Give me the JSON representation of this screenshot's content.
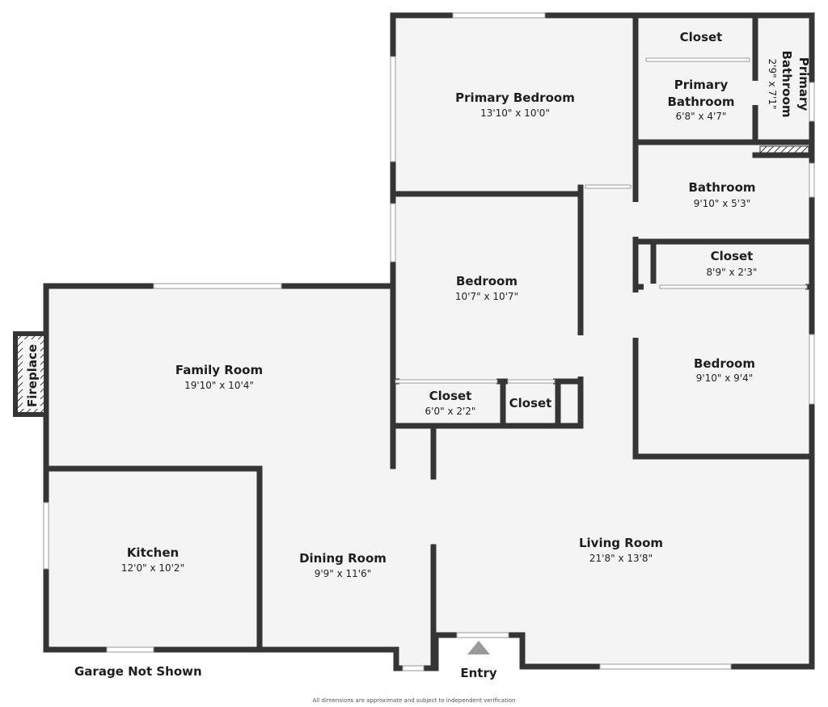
{
  "rooms": [
    {
      "name": "Primary Bedroom",
      "dims": "13'10\" x 10'0\""
    },
    {
      "name": "Closet",
      "dims": ""
    },
    {
      "name": "Primary Bathroom",
      "name_lines": [
        "Primary",
        "Bathroom"
      ],
      "dims": "6'8\" x 4'7\""
    },
    {
      "name": "Primary Bathroom",
      "name_lines": [
        "Primary",
        "Bathroom"
      ],
      "dims": "2'9\" x 7'1\""
    },
    {
      "name": "Bathroom",
      "dims": "9'10\" x 5'3\""
    },
    {
      "name": "Closet",
      "dims": "8'9\" x 2'3\""
    },
    {
      "name": "Bedroom",
      "dims": "10'7\" x 10'7\""
    },
    {
      "name": "Bedroom",
      "dims": "9'10\" x 9'4\""
    },
    {
      "name": "Closet",
      "dims": "6'0\" x 2'2\""
    },
    {
      "name": "Closet",
      "dims": ""
    },
    {
      "name": "Family Room",
      "dims": "19'10\" x 10'4\""
    },
    {
      "name": "Kitchen",
      "dims": "12'0\" x 10'2\""
    },
    {
      "name": "Dining Room",
      "dims": "9'9\" x 11'6\""
    },
    {
      "name": "Living Room",
      "dims": "21'8\" x 13'8\""
    }
  ],
  "fireplace": "Fireplace",
  "entry": "Entry",
  "garage_note": "Garage Not Shown",
  "disclaimer": "All dimensions are approximate and subject to independent verification",
  "colors": {
    "wall": "#353535",
    "floor": "#f4f4f4",
    "background": "#ffffff"
  }
}
